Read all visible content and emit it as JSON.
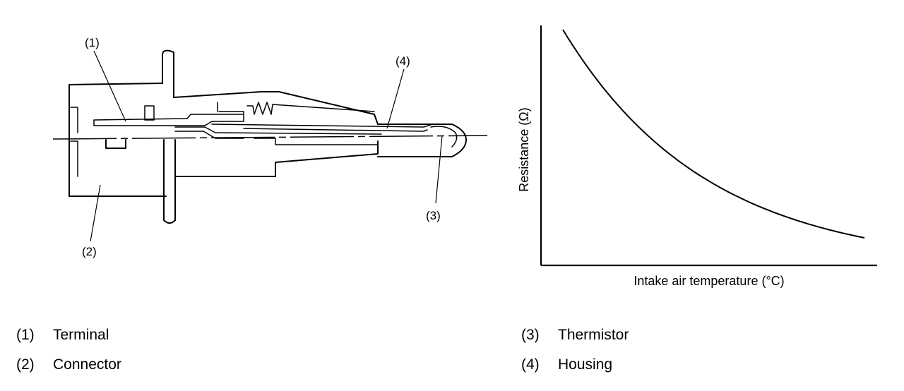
{
  "callouts": {
    "c1": "(1)",
    "c2": "(2)",
    "c3": "(3)",
    "c4": "(4)"
  },
  "graph": {
    "ylabel": "Resistance (Ω)",
    "xlabel": "Intake air temperature (°C)"
  },
  "chart_data": {
    "type": "line",
    "title": "",
    "xlabel": "Intake air temperature (°C)",
    "ylabel": "Resistance (Ω)",
    "trend": "decreasing",
    "ticks": false,
    "grid": false
  },
  "legend": [
    {
      "num": "(1)",
      "label": "Terminal"
    },
    {
      "num": "(2)",
      "label": "Connector"
    },
    {
      "num": "(3)",
      "label": "Thermistor"
    },
    {
      "num": "(4)",
      "label": "Housing"
    }
  ],
  "colors": {
    "line": "#000000",
    "background": "#ffffff"
  }
}
